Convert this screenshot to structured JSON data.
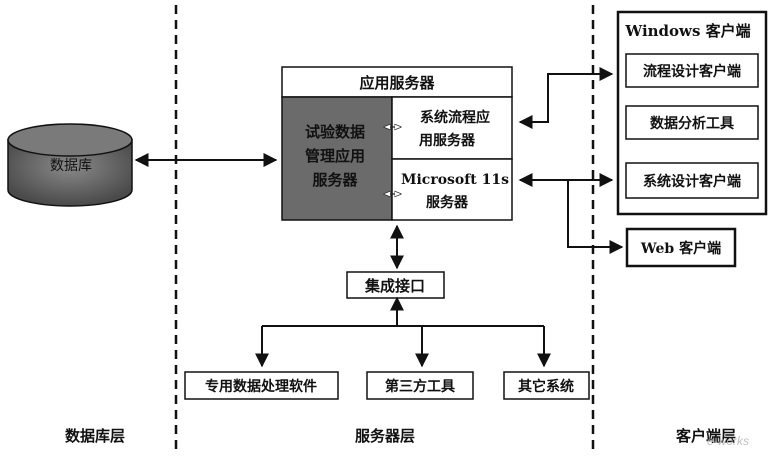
{
  "layers": {
    "database": "数据库层",
    "server": "服务器层",
    "client": "客户端层"
  },
  "database": {
    "label": "数据库"
  },
  "app_server": {
    "title": "应用服务器",
    "core_line1": "试验数据",
    "core_line2": "管理应用",
    "core_line3": "服务器",
    "workflow_line1": "系统流程应",
    "workflow_line2": "用服务器",
    "iis_line1": "Microsoft 11s",
    "iis_line2": "服务器"
  },
  "integration": {
    "label": "集成接口"
  },
  "external": {
    "software": "专用数据处理软件",
    "third_party": "第三方工具",
    "other": "其它系统"
  },
  "windows_client": {
    "title": "Windows 客户端",
    "item1": "流程设计客户端",
    "item2": "数据分析工具",
    "item3": "系统设计客户端"
  },
  "web_client": {
    "label": "Web 客户端"
  },
  "watermark": "e-works"
}
